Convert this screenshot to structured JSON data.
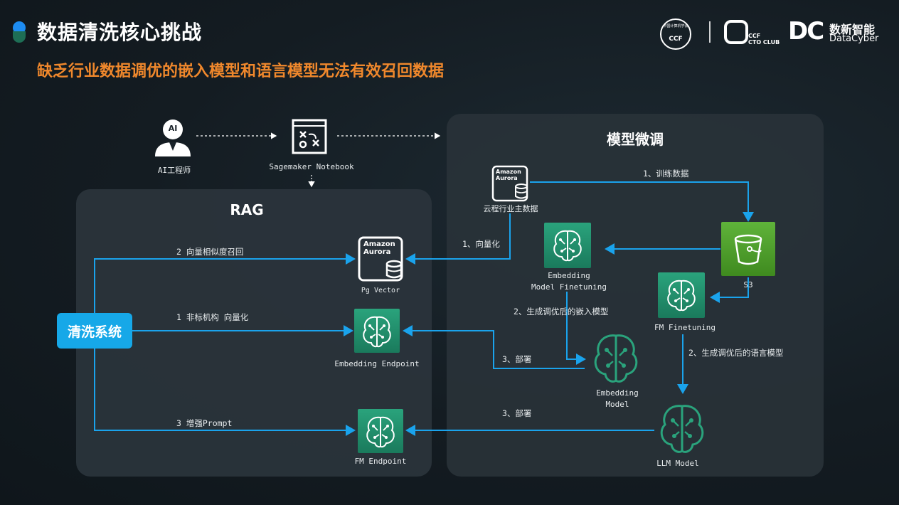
{
  "header": {
    "title": "数据清洗核心挑战",
    "subtitle": "缺乏行业数据调优的嵌入模型和语言模型无法有效召回数据"
  },
  "logos": {
    "ccf_small_text": "中国计算机学会",
    "ccf_label": "CCF",
    "cto_prefix": "CCF",
    "cto_label": "CTO CLUB",
    "brand_mark": "DC",
    "brand_cn": "数新智能",
    "brand_en": "DataCyber"
  },
  "top_flow": {
    "ai_badge": "AI",
    "ai_engineer": "AI工程师",
    "notebook": "Sagemaker Notebook"
  },
  "rag_panel": {
    "title": "RAG",
    "clean_system": "清洗系统",
    "aurora_line1": "Amazon",
    "aurora_line2": "Aurora",
    "pg_vector": "Pg Vector",
    "embedding_endpoint": "Embedding Endpoint",
    "fm_endpoint": "FM Endpoint",
    "edge_similarity": "2  向量相似度召回",
    "edge_unstructured": "1 非标机构 向量化",
    "edge_prompt": "3  增强Prompt"
  },
  "ft_panel": {
    "title": "模型微调",
    "aurora_line1": "Amazon",
    "aurora_line2": "Aurora",
    "cloud_data": "云程行业主数据",
    "s3": "S3",
    "embedding_ft_line1": "Embedding",
    "embedding_ft_line2": "Model Finetuning",
    "fm_ft": "FM Finetuning",
    "embedding_model_line1": "Embedding",
    "embedding_model_line2": "Model",
    "llm_model": "LLM Model",
    "edge_train": "1、训练数据",
    "edge_vectorize": "1、向量化",
    "edge_gen_embed": "2、生成调优后的嵌入模型",
    "edge_gen_llm": "2、生成调优后的语言模型",
    "edge_deploy_1": "3、部署",
    "edge_deploy_2": "3、部署"
  },
  "colors": {
    "accent_blue": "#1aa3ec",
    "orange": "#f0882c",
    "teal": "#2aa37c",
    "s3_green": "#4f9e2c"
  }
}
